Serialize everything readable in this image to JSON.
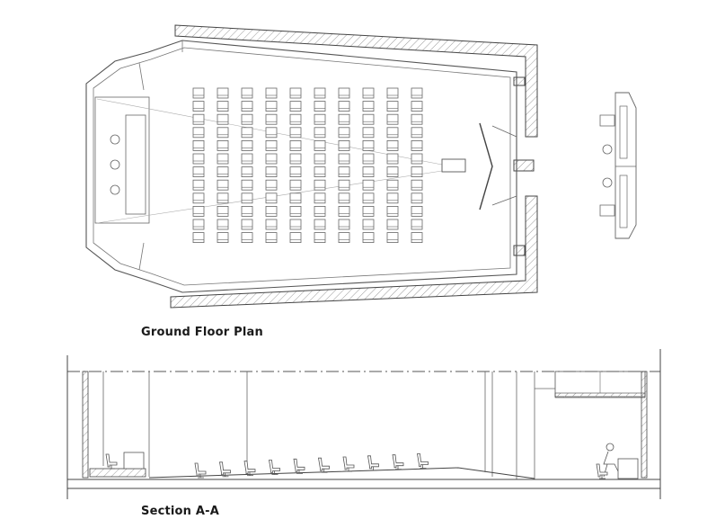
{
  "labels": {
    "plan": "Ground Floor Plan",
    "section": "Section A-A"
  },
  "seating": {
    "columns": 10,
    "rows": 12
  },
  "section_chairs": 10,
  "colors": {
    "line": "#444444",
    "thin": "#8a8a8a",
    "hatch": "#9a9a9a",
    "text": "#1a1a1a"
  }
}
